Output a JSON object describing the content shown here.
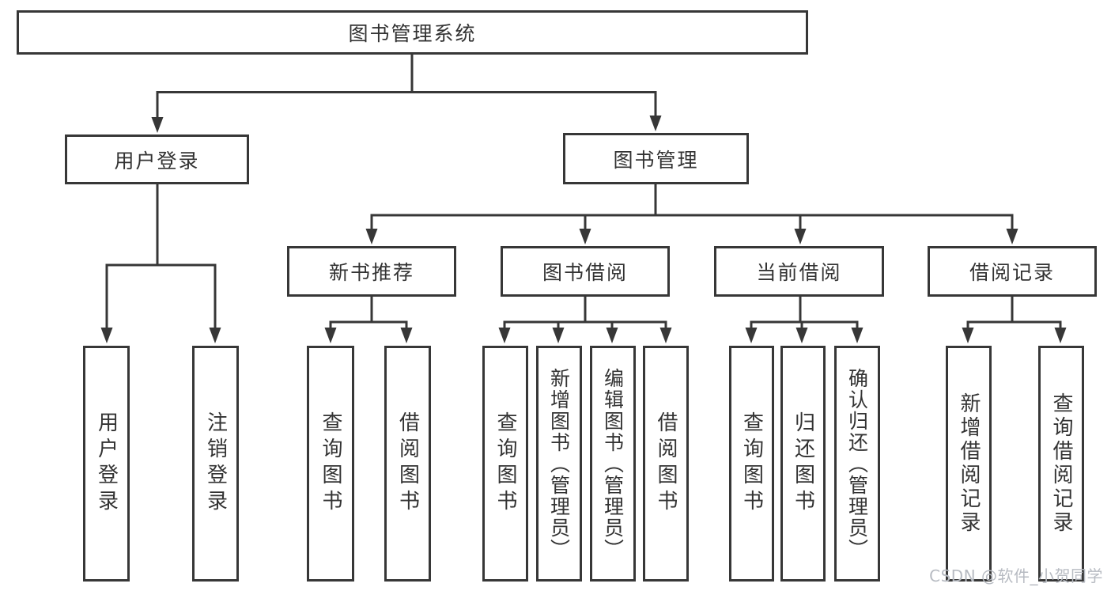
{
  "diagram": {
    "type": "org-tree",
    "title": "图书管理系统",
    "watermark": "CSDN @软件_小贺同学",
    "colors": {
      "line": "#373737",
      "box_border": "#373737",
      "text": "#333333",
      "watermark": "#b7bbc2",
      "background": "#ffffff"
    },
    "root": {
      "label": "图书管理系统",
      "children": [
        {
          "label": "用户登录",
          "children": [
            {
              "label": "用户登录"
            },
            {
              "label": "注销登录"
            }
          ]
        },
        {
          "label": "图书管理",
          "children": [
            {
              "label": "新书推荐",
              "children": [
                {
                  "label": "查询图书"
                },
                {
                  "label": "借阅图书"
                }
              ]
            },
            {
              "label": "图书借阅",
              "children": [
                {
                  "label": "查询图书"
                },
                {
                  "label": "新增图书（管理员）"
                },
                {
                  "label": "编辑图书（管理员）"
                },
                {
                  "label": "借阅图书"
                }
              ]
            },
            {
              "label": "当前借阅",
              "children": [
                {
                  "label": "查询图书"
                },
                {
                  "label": "归还图书"
                },
                {
                  "label": "确认归还（管理员）"
                }
              ]
            },
            {
              "label": "借阅记录",
              "children": [
                {
                  "label": "新增借阅记录"
                },
                {
                  "label": "查询借阅记录"
                }
              ]
            }
          ]
        }
      ]
    }
  }
}
